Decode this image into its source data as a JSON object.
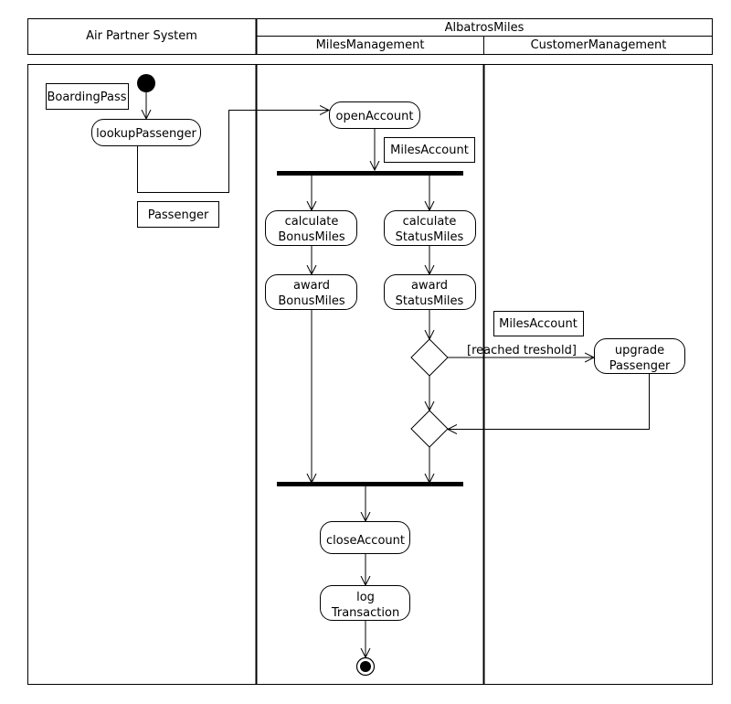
{
  "swimlanes": {
    "left_lane": "Air Partner System",
    "group": "AlbatrosMiles",
    "middle_lane": "MilesManagement",
    "right_lane": "CustomerManagement"
  },
  "objects": {
    "boarding_pass": "BoardingPass",
    "passenger": "Passenger",
    "miles_account_1": "MilesAccount",
    "miles_account_2": "MilesAccount"
  },
  "actions": {
    "lookup_passenger": [
      "lookupPassenger"
    ],
    "open_account": [
      "openAccount"
    ],
    "calculate_bonus_miles": [
      "calculate",
      "BonusMiles"
    ],
    "calculate_status_miles": [
      "calculate",
      "StatusMiles"
    ],
    "award_bonus_miles": [
      "award",
      "BonusMiles"
    ],
    "award_status_miles": [
      "award",
      "StatusMiles"
    ],
    "upgrade_passenger": [
      "upgrade",
      "Passenger"
    ],
    "close_account": [
      "closeAccount"
    ],
    "log_transaction": [
      "log",
      "Transaction"
    ]
  },
  "guards": {
    "reached_threshold": "[reached treshold]"
  }
}
